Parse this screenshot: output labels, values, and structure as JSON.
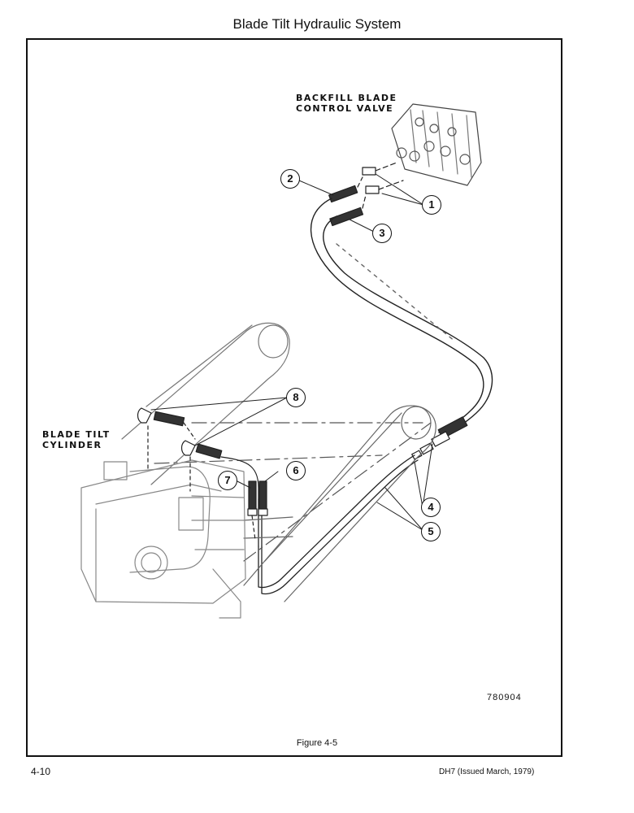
{
  "page": {
    "title": "Blade Tilt Hydraulic System",
    "figure_caption": "Figure 4-5",
    "figure_id": "780904",
    "page_number": "4-10",
    "issue_note": "DH7 (Issued March, 1979)"
  },
  "labels": {
    "valve_line1": "BACKFILL BLADE",
    "valve_line2": "CONTROL VALVE",
    "cylinder_line1": "BLADE TILT",
    "cylinder_line2": "CYLINDER"
  },
  "callouts": {
    "c1": "1",
    "c2": "2",
    "c3": "3",
    "c4": "4",
    "c5": "5",
    "c6": "6",
    "c7": "7",
    "c8": "8"
  }
}
